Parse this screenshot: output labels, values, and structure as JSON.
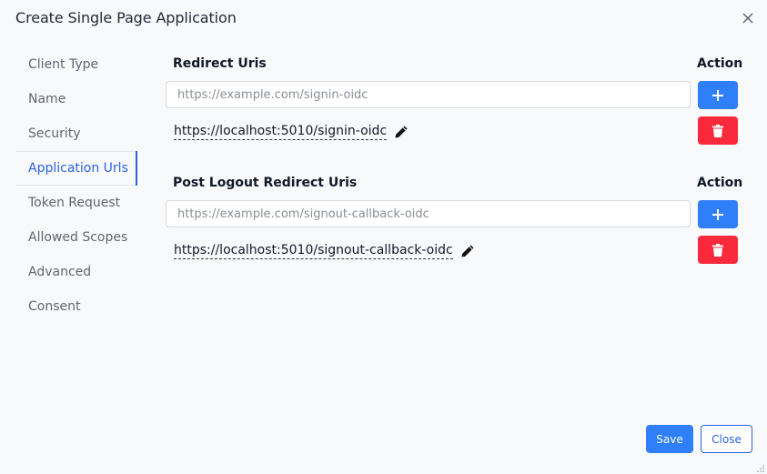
{
  "dialog": {
    "title": "Create Single Page Application",
    "close_icon": "close-icon"
  },
  "sidebar": {
    "items": [
      {
        "label": "Client Type",
        "active": false
      },
      {
        "label": "Name",
        "active": false
      },
      {
        "label": "Security",
        "active": false
      },
      {
        "label": "Application Urls",
        "active": true
      },
      {
        "label": "Token Request",
        "active": false
      },
      {
        "label": "Allowed Scopes",
        "active": false
      },
      {
        "label": "Advanced",
        "active": false
      },
      {
        "label": "Consent",
        "active": false
      }
    ]
  },
  "redirect": {
    "heading": "Redirect Uris",
    "action_heading": "Action",
    "input_value": "",
    "input_placeholder": "https://example.com/signin-oidc",
    "add_icon": "plus-icon",
    "items": [
      {
        "uri": "https://localhost:5010/signin-oidc",
        "edit_icon": "pencil-icon",
        "delete_icon": "trash-icon"
      }
    ]
  },
  "post_logout": {
    "heading": "Post Logout Redirect Uris",
    "action_heading": "Action",
    "input_value": "",
    "input_placeholder": "https://example.com/signout-callback-oidc",
    "add_icon": "plus-icon",
    "items": [
      {
        "uri": "https://localhost:5010/signout-callback-oidc",
        "edit_icon": "pencil-icon",
        "delete_icon": "trash-icon"
      }
    ]
  },
  "footer": {
    "save_label": "Save",
    "close_label": "Close"
  },
  "colors": {
    "primary": "#2f7ff8",
    "danger": "#fa2a3c",
    "active_nav": "#2b63e0",
    "background": "#f8f9fb"
  }
}
